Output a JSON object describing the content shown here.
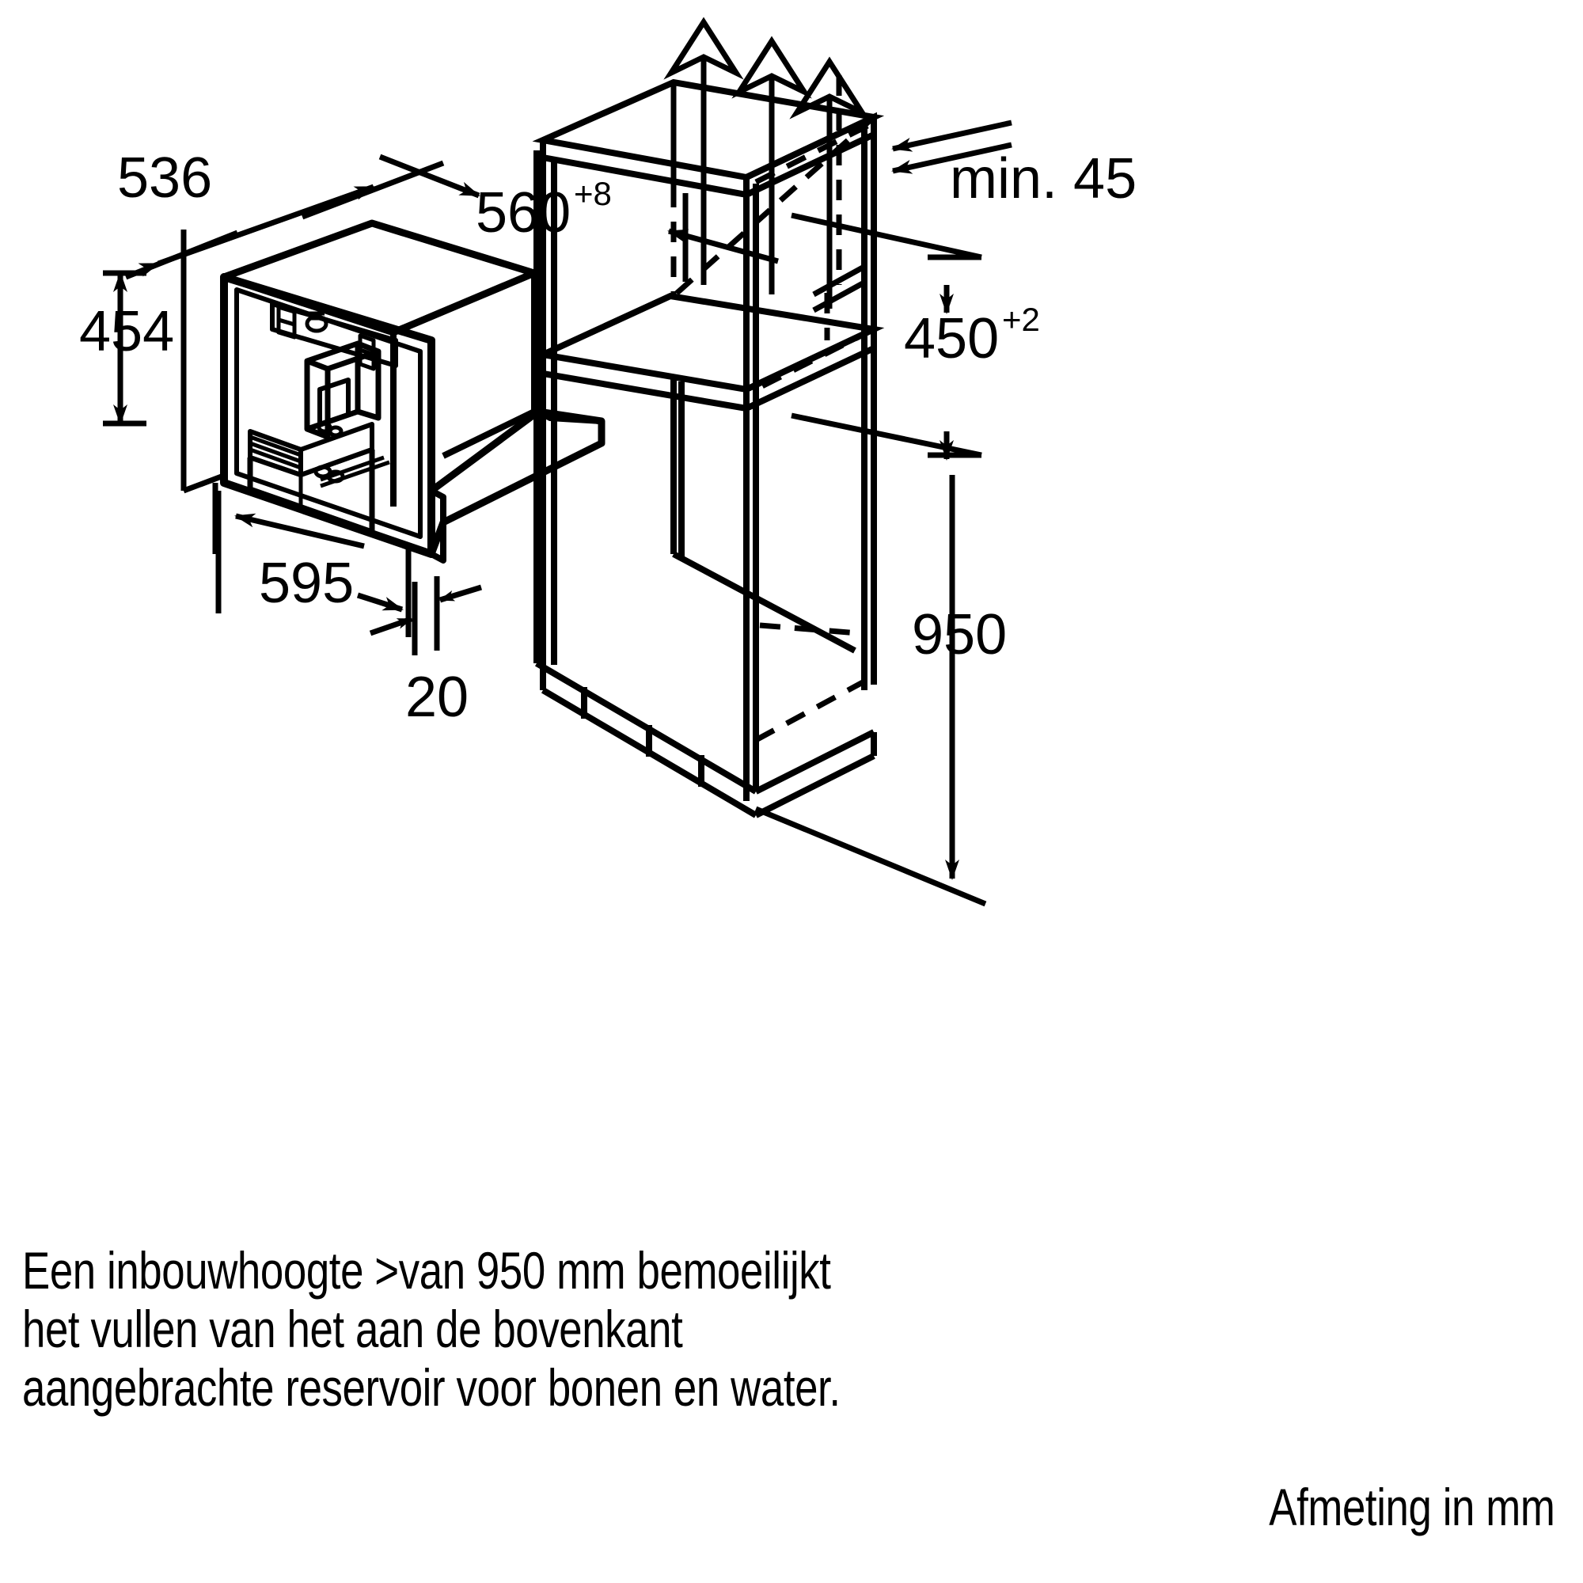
{
  "diagram": {
    "title": "Inbouwmaten inbouw-koffiemachine",
    "units_note": "Afmeting in mm",
    "stroke_color": "#000000",
    "background_color": "#ffffff"
  },
  "dimensions": {
    "appliance_depth": {
      "value": "536",
      "sup": "",
      "name": "appliance-depth"
    },
    "appliance_height": {
      "value": "454",
      "sup": "",
      "name": "appliance-height"
    },
    "appliance_width": {
      "value": "595",
      "sup": "",
      "name": "appliance-width"
    },
    "door_thickness": {
      "value": "20",
      "sup": "",
      "name": "door-thickness"
    },
    "niche_width": {
      "value": "560",
      "sup": "+8",
      "name": "niche-width"
    },
    "niche_height": {
      "value": "450",
      "sup": "+2",
      "name": "niche-height"
    },
    "rear_clearance": {
      "value": "min. 45",
      "sup": "",
      "name": "rear-clearance"
    },
    "install_height": {
      "value": "950",
      "sup": "",
      "name": "installation-height"
    }
  },
  "annotations": {
    "ventilation_arrows_count": 3,
    "ventilation_label": "airflow-up"
  },
  "caption": {
    "line1": "Een inbouwhoogte >van 950 mm bemoeilijkt",
    "line2": "het vullen van het aan de bovenkant",
    "line3": "aangebrachte reservoir voor bonen en water.",
    "footer": "Afmeting in mm"
  }
}
